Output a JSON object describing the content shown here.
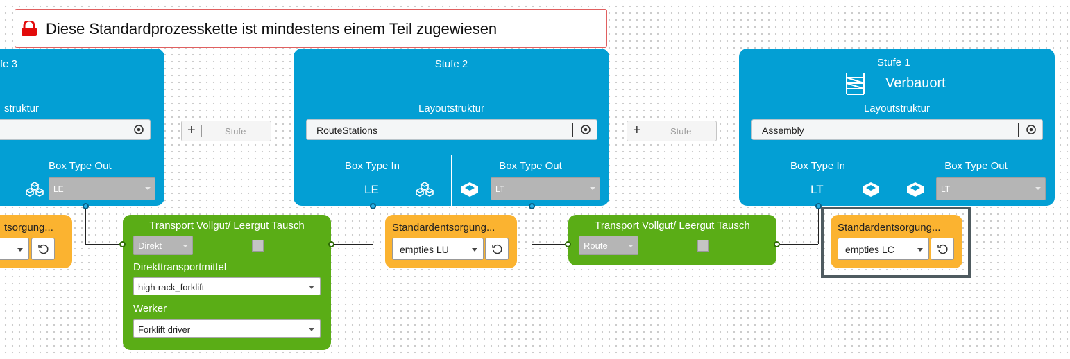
{
  "warning": {
    "text": "Diese Standardprozesskette ist mindestens einem Teil zugewiesen",
    "icon": "lock-icon",
    "color": "#e20b0b"
  },
  "stage3": {
    "title": "fe 3",
    "layout_label": "struktur",
    "box_out_label": "Box Type Out",
    "box_out_value": "LE",
    "box_out_icon": "boxes-icon"
  },
  "add_stage_1": {
    "label": "Stufe"
  },
  "stage2": {
    "title": "Stufe 2",
    "layout_label": "Layoutstruktur",
    "layout_value": "RouteStations",
    "box_in_label": "Box Type In",
    "box_in_value": "LE",
    "box_in_icon": "boxes-icon",
    "box_out_label": "Box Type Out",
    "box_out_value": "LT",
    "box_out_icon": "box-icon"
  },
  "add_stage_2": {
    "label": "Stufe"
  },
  "stage1": {
    "title": "Stufe 1",
    "subtitle": "Verbauort",
    "header_icon": "rack-icon",
    "layout_label": "Layoutstruktur",
    "layout_value": "Assembly",
    "box_in_label": "Box Type In",
    "box_in_value": "LT",
    "box_in_icon": "box-icon",
    "box_out_label": "Box Type Out",
    "box_out_value": "LT",
    "box_out_icon": "box-icon"
  },
  "disposal_left": {
    "title": "tsorgung..."
  },
  "transport1": {
    "title": "Transport Vollgut/ Leergut Tausch",
    "mode": "Direkt",
    "means_label": "Direkttransportmittel",
    "means_value": "high-rack_forklift",
    "worker_label": "Werker",
    "worker_value": "Forklift driver"
  },
  "disposal_mid": {
    "title": "Standardentsorgung...",
    "value": "empties LU"
  },
  "transport2": {
    "title": "Transport Vollgut/ Leergut Tausch",
    "mode": "Route"
  },
  "disposal_right": {
    "title": "Standardentsorgung...",
    "value": "empties LC"
  },
  "colors": {
    "stage": "#039fd4",
    "transport": "#5aad16",
    "disposal": "#fbb330",
    "selection": "#4f5b60"
  }
}
